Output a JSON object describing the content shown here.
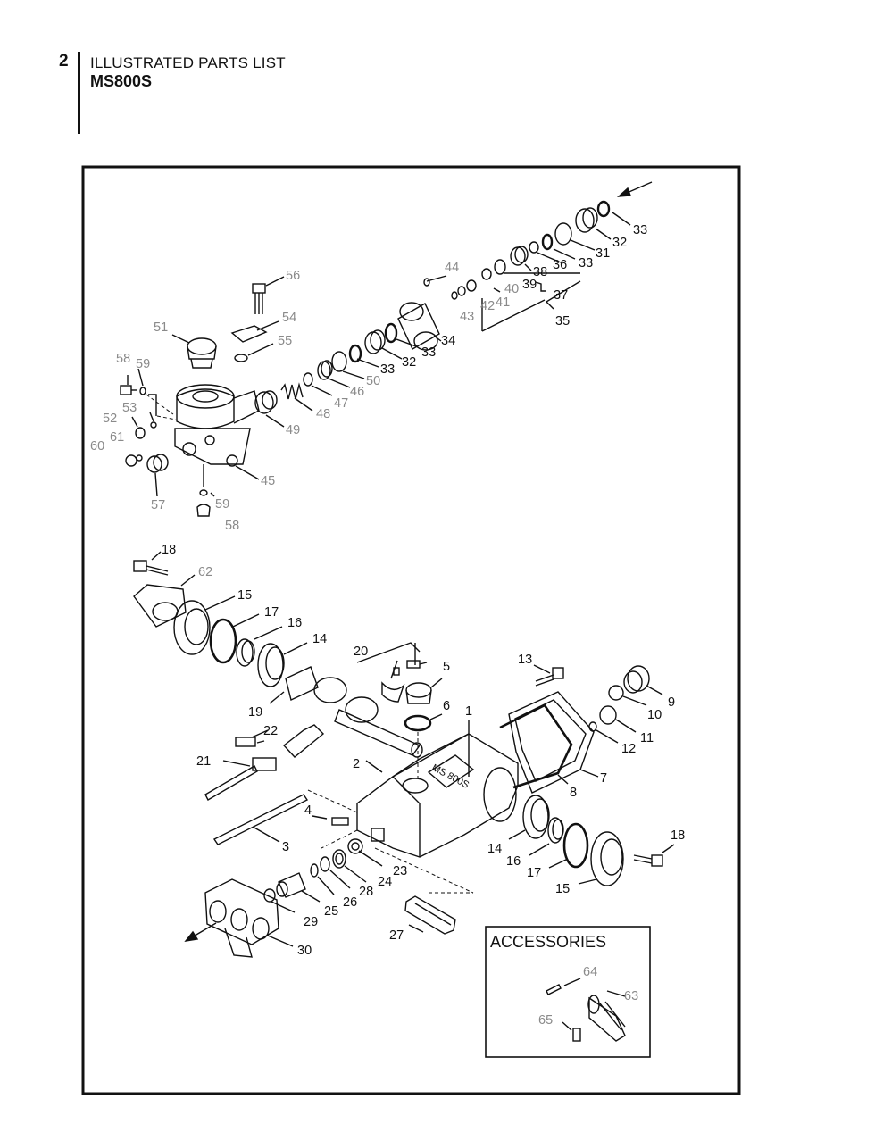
{
  "header": {
    "page_number": "2",
    "title": "ILLUSTRATED PARTS LIST",
    "model": "MS800S"
  },
  "diagram": {
    "housing_marking": "MS 800S",
    "accessories_title": "ACCESSORIES",
    "callouts": [
      {
        "id": "c-33a",
        "text": "33",
        "tone": "dark"
      },
      {
        "id": "c-32a",
        "text": "32",
        "tone": "dark"
      },
      {
        "id": "c-31",
        "text": "31",
        "tone": "dark"
      },
      {
        "id": "c-33b",
        "text": "33",
        "tone": "dark"
      },
      {
        "id": "c-36",
        "text": "36",
        "tone": "dark"
      },
      {
        "id": "c-38",
        "text": "38",
        "tone": "dark"
      },
      {
        "id": "c-39",
        "text": "39",
        "tone": "dark"
      },
      {
        "id": "c-37",
        "text": "37",
        "tone": "dark"
      },
      {
        "id": "c-35",
        "text": "35",
        "tone": "dark"
      },
      {
        "id": "c-40",
        "text": "40",
        "tone": "gray"
      },
      {
        "id": "c-41",
        "text": "41",
        "tone": "gray"
      },
      {
        "id": "c-42",
        "text": "42",
        "tone": "gray"
      },
      {
        "id": "c-43",
        "text": "43",
        "tone": "gray"
      },
      {
        "id": "c-44",
        "text": "44",
        "tone": "gray"
      },
      {
        "id": "c-34",
        "text": "34",
        "tone": "dark"
      },
      {
        "id": "c-33c",
        "text": "33",
        "tone": "dark"
      },
      {
        "id": "c-32b",
        "text": "32",
        "tone": "dark"
      },
      {
        "id": "c-33d",
        "text": "33",
        "tone": "dark"
      },
      {
        "id": "c-50",
        "text": "50",
        "tone": "gray"
      },
      {
        "id": "c-46",
        "text": "46",
        "tone": "gray"
      },
      {
        "id": "c-47",
        "text": "47",
        "tone": "gray"
      },
      {
        "id": "c-48",
        "text": "48",
        "tone": "gray"
      },
      {
        "id": "c-49",
        "text": "49",
        "tone": "gray"
      },
      {
        "id": "c-56",
        "text": "56",
        "tone": "gray"
      },
      {
        "id": "c-54",
        "text": "54",
        "tone": "gray"
      },
      {
        "id": "c-55",
        "text": "55",
        "tone": "gray"
      },
      {
        "id": "c-51",
        "text": "51",
        "tone": "gray"
      },
      {
        "id": "c-58a",
        "text": "58",
        "tone": "gray"
      },
      {
        "id": "c-59a",
        "text": "59",
        "tone": "gray"
      },
      {
        "id": "c-53",
        "text": "53",
        "tone": "gray"
      },
      {
        "id": "c-52",
        "text": "52",
        "tone": "gray"
      },
      {
        "id": "c-61",
        "text": "61",
        "tone": "gray"
      },
      {
        "id": "c-60",
        "text": "60",
        "tone": "gray"
      },
      {
        "id": "c-45",
        "text": "45",
        "tone": "gray"
      },
      {
        "id": "c-57",
        "text": "57",
        "tone": "gray"
      },
      {
        "id": "c-59b",
        "text": "59",
        "tone": "gray"
      },
      {
        "id": "c-58b",
        "text": "58",
        "tone": "gray"
      },
      {
        "id": "c-18a",
        "text": "18",
        "tone": "dark"
      },
      {
        "id": "c-62",
        "text": "62",
        "tone": "gray"
      },
      {
        "id": "c-15a",
        "text": "15",
        "tone": "dark"
      },
      {
        "id": "c-17a",
        "text": "17",
        "tone": "dark"
      },
      {
        "id": "c-16a",
        "text": "16",
        "tone": "dark"
      },
      {
        "id": "c-14a",
        "text": "14",
        "tone": "dark"
      },
      {
        "id": "c-20",
        "text": "20",
        "tone": "dark"
      },
      {
        "id": "c-5",
        "text": "5",
        "tone": "dark"
      },
      {
        "id": "c-13",
        "text": "13",
        "tone": "dark"
      },
      {
        "id": "c-9",
        "text": "9",
        "tone": "dark"
      },
      {
        "id": "c-10",
        "text": "10",
        "tone": "dark"
      },
      {
        "id": "c-11",
        "text": "11",
        "tone": "dark"
      },
      {
        "id": "c-12",
        "text": "12",
        "tone": "dark"
      },
      {
        "id": "c-6",
        "text": "6",
        "tone": "dark"
      },
      {
        "id": "c-1",
        "text": "1",
        "tone": "dark"
      },
      {
        "id": "c-19",
        "text": "19",
        "tone": "dark"
      },
      {
        "id": "c-22",
        "text": "22",
        "tone": "dark"
      },
      {
        "id": "c-21",
        "text": "21",
        "tone": "dark"
      },
      {
        "id": "c-2",
        "text": "2",
        "tone": "dark"
      },
      {
        "id": "c-7",
        "text": "7",
        "tone": "dark"
      },
      {
        "id": "c-8",
        "text": "8",
        "tone": "dark"
      },
      {
        "id": "c-4",
        "text": "4",
        "tone": "dark"
      },
      {
        "id": "c-3",
        "text": "3",
        "tone": "dark"
      },
      {
        "id": "c-14b",
        "text": "14",
        "tone": "dark"
      },
      {
        "id": "c-16b",
        "text": "16",
        "tone": "dark"
      },
      {
        "id": "c-17b",
        "text": "17",
        "tone": "dark"
      },
      {
        "id": "c-15b",
        "text": "15",
        "tone": "dark"
      },
      {
        "id": "c-18b",
        "text": "18",
        "tone": "dark"
      },
      {
        "id": "c-23",
        "text": "23",
        "tone": "dark"
      },
      {
        "id": "c-24",
        "text": "24",
        "tone": "dark"
      },
      {
        "id": "c-28",
        "text": "28",
        "tone": "dark"
      },
      {
        "id": "c-26",
        "text": "26",
        "tone": "dark"
      },
      {
        "id": "c-25",
        "text": "25",
        "tone": "dark"
      },
      {
        "id": "c-29",
        "text": "29",
        "tone": "dark"
      },
      {
        "id": "c-30",
        "text": "30",
        "tone": "dark"
      },
      {
        "id": "c-27",
        "text": "27",
        "tone": "dark"
      },
      {
        "id": "c-64",
        "text": "64",
        "tone": "gray"
      },
      {
        "id": "c-63",
        "text": "63",
        "tone": "gray"
      },
      {
        "id": "c-65",
        "text": "65",
        "tone": "gray"
      }
    ]
  }
}
